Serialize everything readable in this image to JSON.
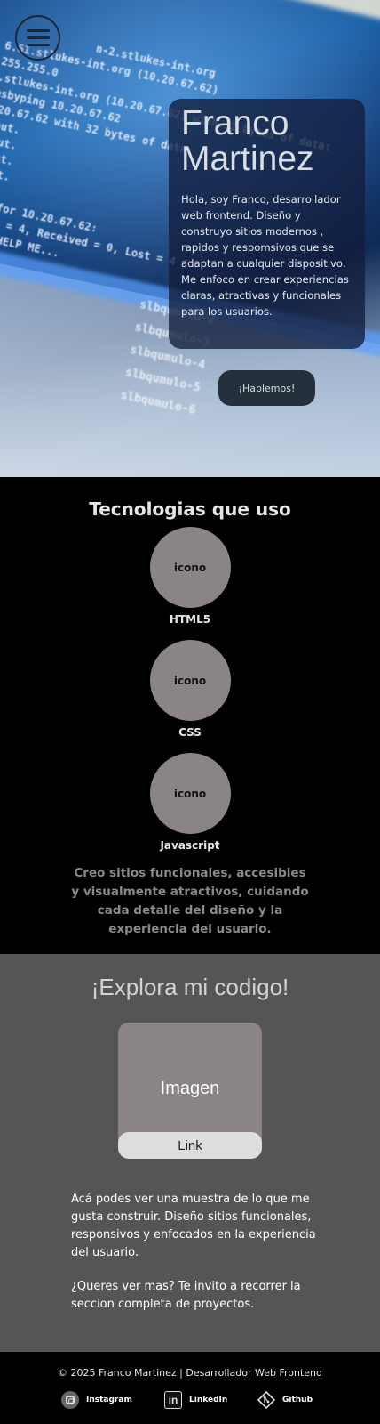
{
  "hero": {
    "menu_icon": "hamburger-menu-icon",
    "name": "Franco Martinez",
    "bio": "Hola, soy Franco, desarrollador web frontend. Diseño y construyo sitios modernos , rapidos y respomsivos que se adaptan a cualquier dispositivo. Me enfoco en crear experiencias claras, atractivas y funcionales para los usuarios.",
    "cta_label": "¡Hablemos!"
  },
  "tech": {
    "title": "Tecnologias que uso",
    "items": [
      {
        "icon_text": "icono",
        "label": "HTML5"
      },
      {
        "icon_text": "icono",
        "label": "CSS"
      },
      {
        "icon_text": "icono",
        "label": "Javascript"
      }
    ],
    "description": "Creo sitios funcionales, accesibles y visualmente atractivos, cuidando cada detalle del diseño y la experiencia del usuario."
  },
  "explore": {
    "title": "¡Explora mi codigo!",
    "card_image_text": "Imagen",
    "card_link_label": "Link",
    "description": "Acá podes ver una muestra de lo que me gusta construir. Diseño sitios funcionales, responsivos y enfocados en la experiencia del usuario.",
    "invite": "¿Queres ver mas? Te invito a recorrer la seccion completa de proyectos."
  },
  "footer": {
    "copyright": "© 2025 Franco Martinez | Desarrollador Web Frontend",
    "social": [
      {
        "label": "Instagram",
        "icon": "instagram-icon"
      },
      {
        "label": "LinkedIn",
        "icon": "linkedin-icon"
      },
      {
        "label": "Github",
        "icon": "github-icon"
      }
    ]
  }
}
